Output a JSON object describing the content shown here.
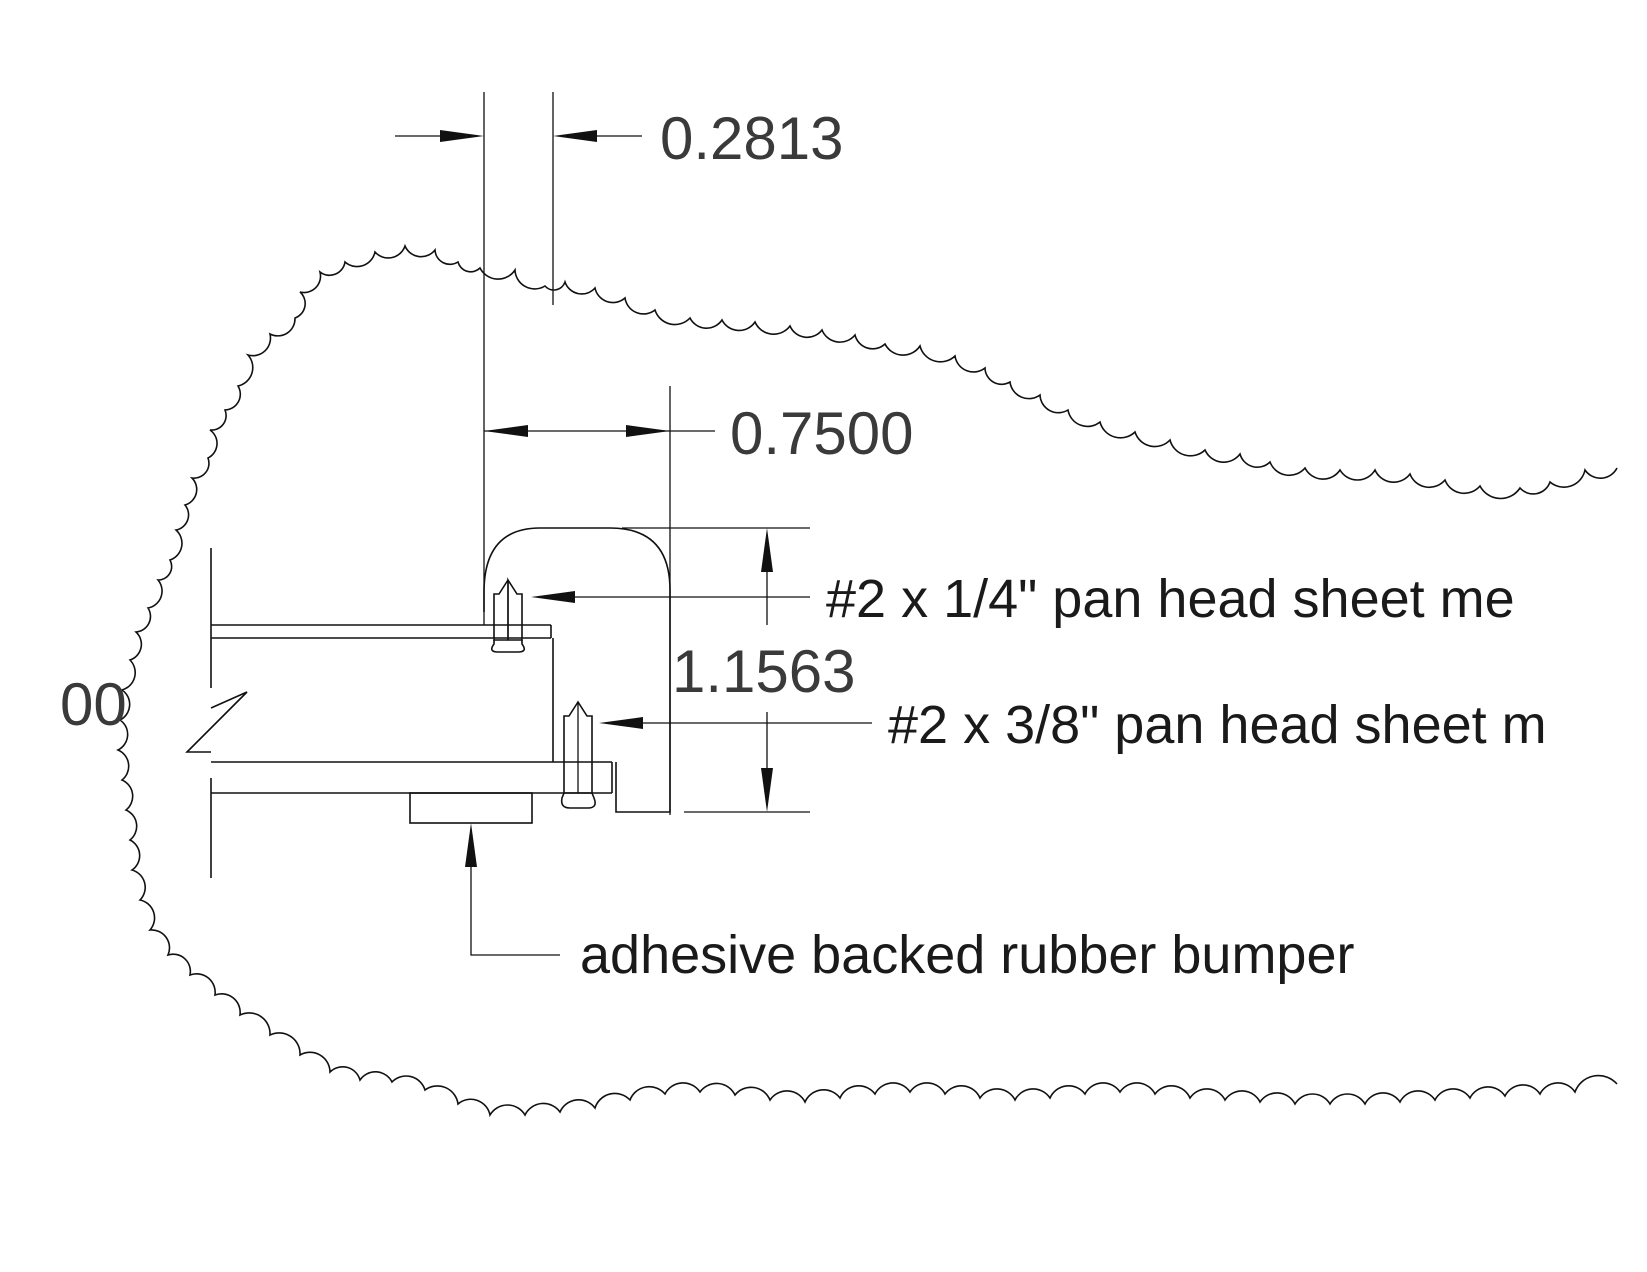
{
  "drawing": {
    "dimensions": {
      "top_gap": "0.2813",
      "horizontal_span": "0.7500",
      "vertical_height": "1.1563",
      "cut_left": "00"
    },
    "notes": {
      "screw_upper": "#2 x 1/4\" pan head sheet me",
      "screw_lower": "#2 x 3/8\" pan head sheet m",
      "bumper": "adhesive backed rubber bumper"
    },
    "colors": {
      "line": "#111111",
      "text": "#3a3a3a",
      "background": "#ffffff"
    }
  }
}
